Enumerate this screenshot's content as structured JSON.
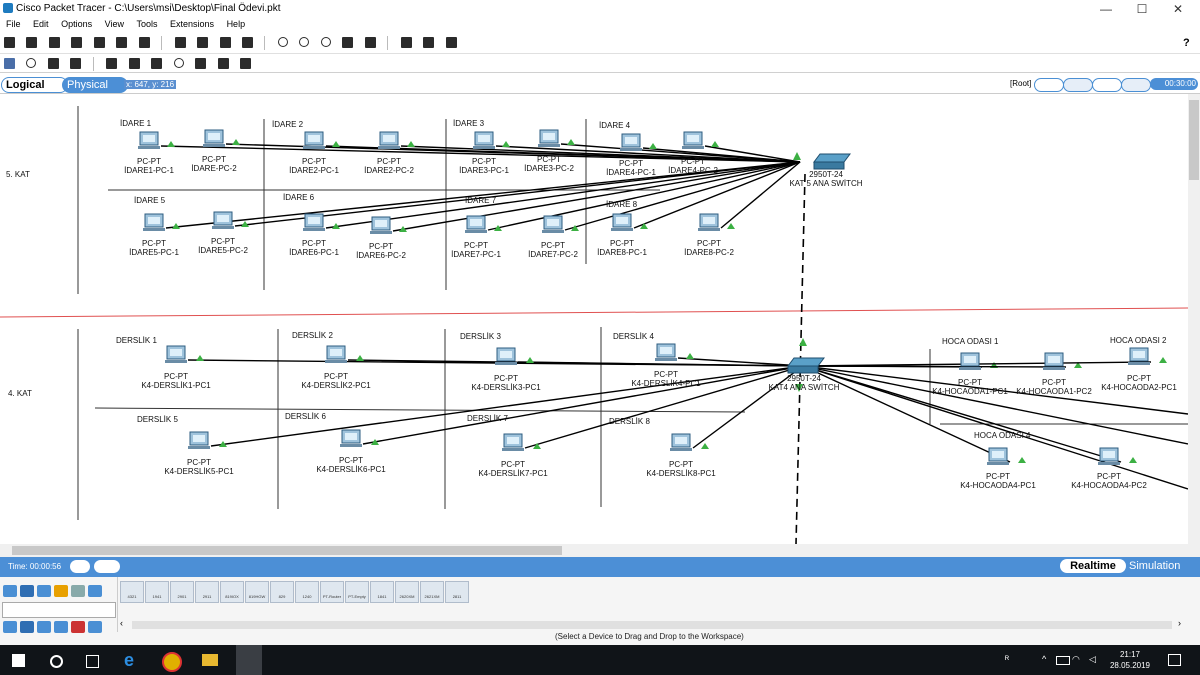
{
  "window": {
    "title": "Cisco Packet Tracer - C:\\Users\\msi\\Desktop\\Final Ödevi.pkt",
    "minimize": "—",
    "maximize": "☐",
    "close": "✕"
  },
  "menu": [
    "File",
    "Edit",
    "Options",
    "View",
    "Tools",
    "Extensions",
    "Help"
  ],
  "help_glyph": "?",
  "modebar": {
    "logical": "Logical",
    "physical": "Physical",
    "coords": "x: 647, y: 216",
    "root": "[Root]",
    "clock": "00:30:00"
  },
  "floors": [
    {
      "label": "5. KAT"
    },
    {
      "label": "4. KAT"
    }
  ],
  "rooms5": [
    "İDARE 1",
    "İDARE 2",
    "İDARE 3",
    "İDARE 4",
    "İDARE 5",
    "İDARE 6",
    "İDARE 7",
    "İDARE 8"
  ],
  "pcs5_top": [
    {
      "type": "PC-PT",
      "name": "İDARE1-PC-1"
    },
    {
      "type": "PC-PT",
      "name": "İDARE-PC-2"
    },
    {
      "type": "PC-PT",
      "name": "İDARE2-PC-1"
    },
    {
      "type": "PC-PT",
      "name": "İDARE2-PC-2"
    },
    {
      "type": "PC-PT",
      "name": "İDARE3-PC-1"
    },
    {
      "type": "PC-PT",
      "name": "İDARE3-PC-2"
    },
    {
      "type": "PC-PT",
      "name": "İDARE4-PC-1"
    },
    {
      "type": "PC-PT",
      "name": "İDARE4-PC-2"
    }
  ],
  "pcs5_bottom": [
    {
      "type": "PC-PT",
      "name": "İDARE5-PC-1"
    },
    {
      "type": "PC-PT",
      "name": "İDARE5-PC-2"
    },
    {
      "type": "PC-PT",
      "name": "İDARE6-PC-1"
    },
    {
      "type": "PC-PT",
      "name": "İDARE6-PC-2"
    },
    {
      "type": "PC-PT",
      "name": "İDARE7-PC-1"
    },
    {
      "type": "PC-PT",
      "name": "İDARE7-PC-2"
    },
    {
      "type": "PC-PT",
      "name": "İDARE8-PC-1"
    },
    {
      "type": "PC-PT",
      "name": "İDARE8-PC-2"
    }
  ],
  "switch5": {
    "model": "2950T-24",
    "name": "KAT 5 ANA SWİTCH"
  },
  "rooms4": [
    "DERSLİK 1",
    "DERSLİK 2",
    "DERSLİK 3",
    "DERSLİK 4",
    "DERSLİK 5",
    "DERSLİK 6",
    "DERSLİK 7",
    "DERSLİK 8",
    "HOCA ODASI 1",
    "HOCA ODASI 2",
    "HOCA ODASI 4"
  ],
  "pcs4_top": [
    {
      "type": "PC-PT",
      "name": "K4-DERSLİK1-PC1"
    },
    {
      "type": "PC-PT",
      "name": "K4-DERSLİK2-PC1"
    },
    {
      "type": "PC-PT",
      "name": "K4-DERSLİK3-PC1"
    },
    {
      "type": "PC-PT",
      "name": "K4-DERSLİK4-PC1"
    }
  ],
  "pcs4_bottom": [
    {
      "type": "PC-PT",
      "name": "K4-DERSLİK5-PC1"
    },
    {
      "type": "PC-PT",
      "name": "K4-DERSLİK6-PC1"
    },
    {
      "type": "PC-PT",
      "name": "K4-DERSLİK7-PC1"
    },
    {
      "type": "PC-PT",
      "name": "K4-DERSLİK8-PC1"
    }
  ],
  "pcs4_hoca": [
    {
      "type": "PC-PT",
      "name": "K4-HOCAODA1-PC1"
    },
    {
      "type": "PC-PT",
      "name": "K4-HOCAODA1-PC2"
    },
    {
      "type": "PC-PT",
      "name": "K4-HOCAODA2-PC1"
    },
    {
      "type": "PC-PT",
      "name": "K4-HOCAODA4-PC1"
    },
    {
      "type": "PC-PT",
      "name": "K4-HOCAODA4-PC2"
    }
  ],
  "switch4": {
    "model": "2950T-24",
    "name": "KAT4 ANA SWİTCH"
  },
  "timebar": {
    "time": "Time: 00:00:56",
    "realtime": "Realtime",
    "simulation": "Simulation"
  },
  "device_models": [
    "4321",
    "1941",
    "2901",
    "2911",
    "819IOX",
    "819HGW",
    "829",
    "1240",
    "PT-Router",
    "PT-Empty",
    "1841",
    "2620XM",
    "2621XM",
    "2811"
  ],
  "hint": "(Select a Device to Drag and Drop to the Workspace)",
  "taskbar": {
    "time": "21:17",
    "date": "28.05.2019"
  },
  "colors": {
    "accent": "#4c8fd6",
    "floor_divider": "#e05050",
    "link_up": "#3cb043"
  }
}
